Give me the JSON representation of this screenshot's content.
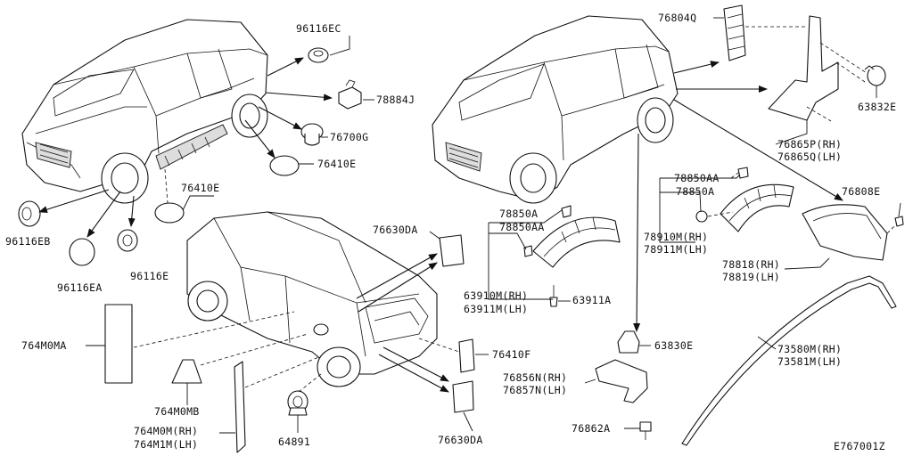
{
  "diagram_id": "E767001Z",
  "labels": {
    "p96116EC": "96116EC",
    "p78884J": "78884J",
    "p76700G": "76700G",
    "p76410E_a": "76410E",
    "p76410E_b": "76410E",
    "p96116EB": "96116EB",
    "p96116EA": "96116EA",
    "p96116E": "96116E",
    "p76630DA_top": "76630DA",
    "p764M0MA": "764M0MA",
    "p764M0MB": "764M0MB",
    "p764M0M_rh": "764M0M(RH)",
    "p764M1M_lh": "764M1M(LH)",
    "p64891": "64891",
    "p76410F": "76410F",
    "p76630DA_bottom": "76630DA",
    "p78850A_left": "78850A",
    "p78850AA_left": "78850AA",
    "p63910M_rh": "63910M(RH)",
    "p63911M_lh": "63911M(LH)",
    "p63911A": "63911A",
    "p63830E": "63830E",
    "p76856N_rh": "76856N(RH)",
    "p76857N_lh": "76857N(LH)",
    "p76862A": "76862A",
    "p76804Q": "76804Q",
    "p63832E": "63832E",
    "p76865P_rh": "76865P(RH)",
    "p76865Q_lh": "76865Q(LH)",
    "p78850AA_right": "78850AA",
    "p78850A_right": "78850A",
    "p78910M_rh": "78910M(RH)",
    "p78911M_lh": "78911M(LH)",
    "p76808E": "76808E",
    "p78818_rh": "78818(RH)",
    "p78819_lh": "78819(LH)",
    "p73580M_rh": "73580M(RH)",
    "p73581M_lh": "73581M(LH)"
  }
}
